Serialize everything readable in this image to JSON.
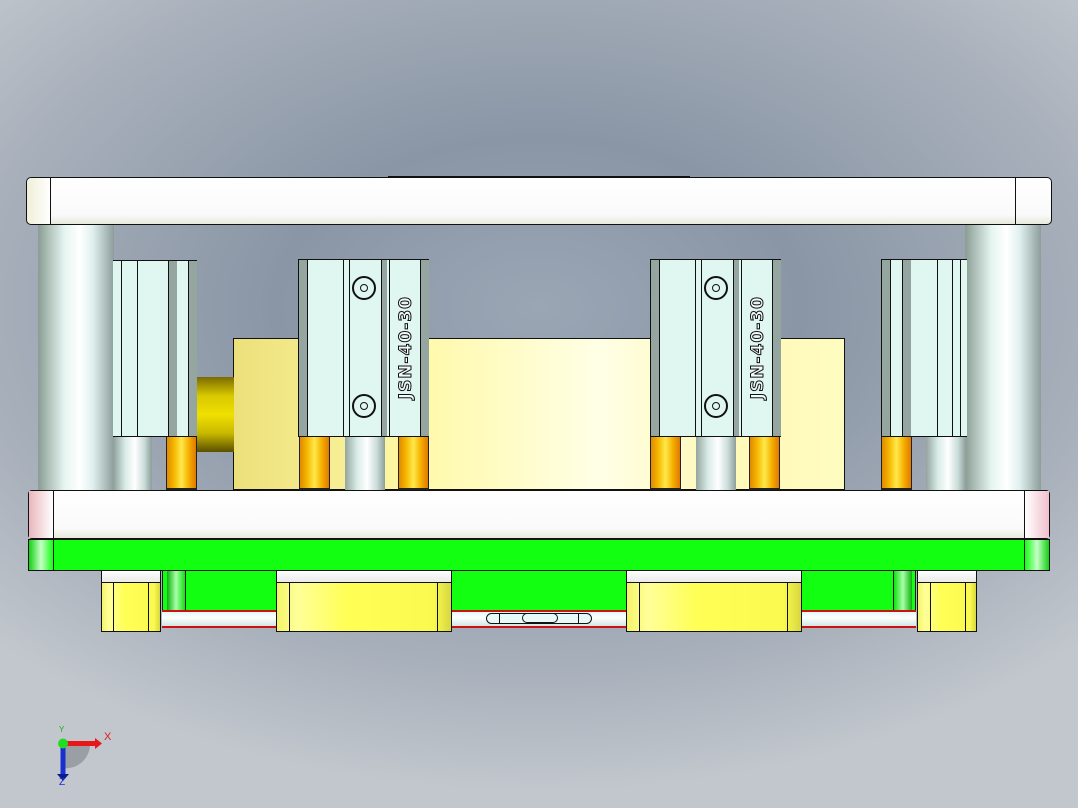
{
  "viewport": {
    "type": "cad-3d-view",
    "background_top": "#8a96a6",
    "background_bottom": "#c2c7cd"
  },
  "model": {
    "cylinders": [
      {
        "id": "cyl-left-partial"
      },
      {
        "id": "cyl-center-left",
        "label": "JSN-40-30"
      },
      {
        "id": "cyl-center-right",
        "label": "JSN-40-30"
      },
      {
        "id": "cyl-right-partial"
      }
    ],
    "colors": {
      "top_plate": "#ffffff",
      "pillar": "#e6f5f1",
      "cylinder_body": "#dff6f1",
      "brass_bushing": "#f5b800",
      "yellow_block": "#fff9a8",
      "green_plate": "#12ff12",
      "yellow_foot": "#ffff55",
      "outline": "#111111"
    }
  },
  "triad": {
    "x_label": "X",
    "y_label": "Y",
    "z_label": "Z",
    "x_color": "#e81818",
    "y_color": "#22dd22",
    "z_color": "#1a2fd0"
  }
}
